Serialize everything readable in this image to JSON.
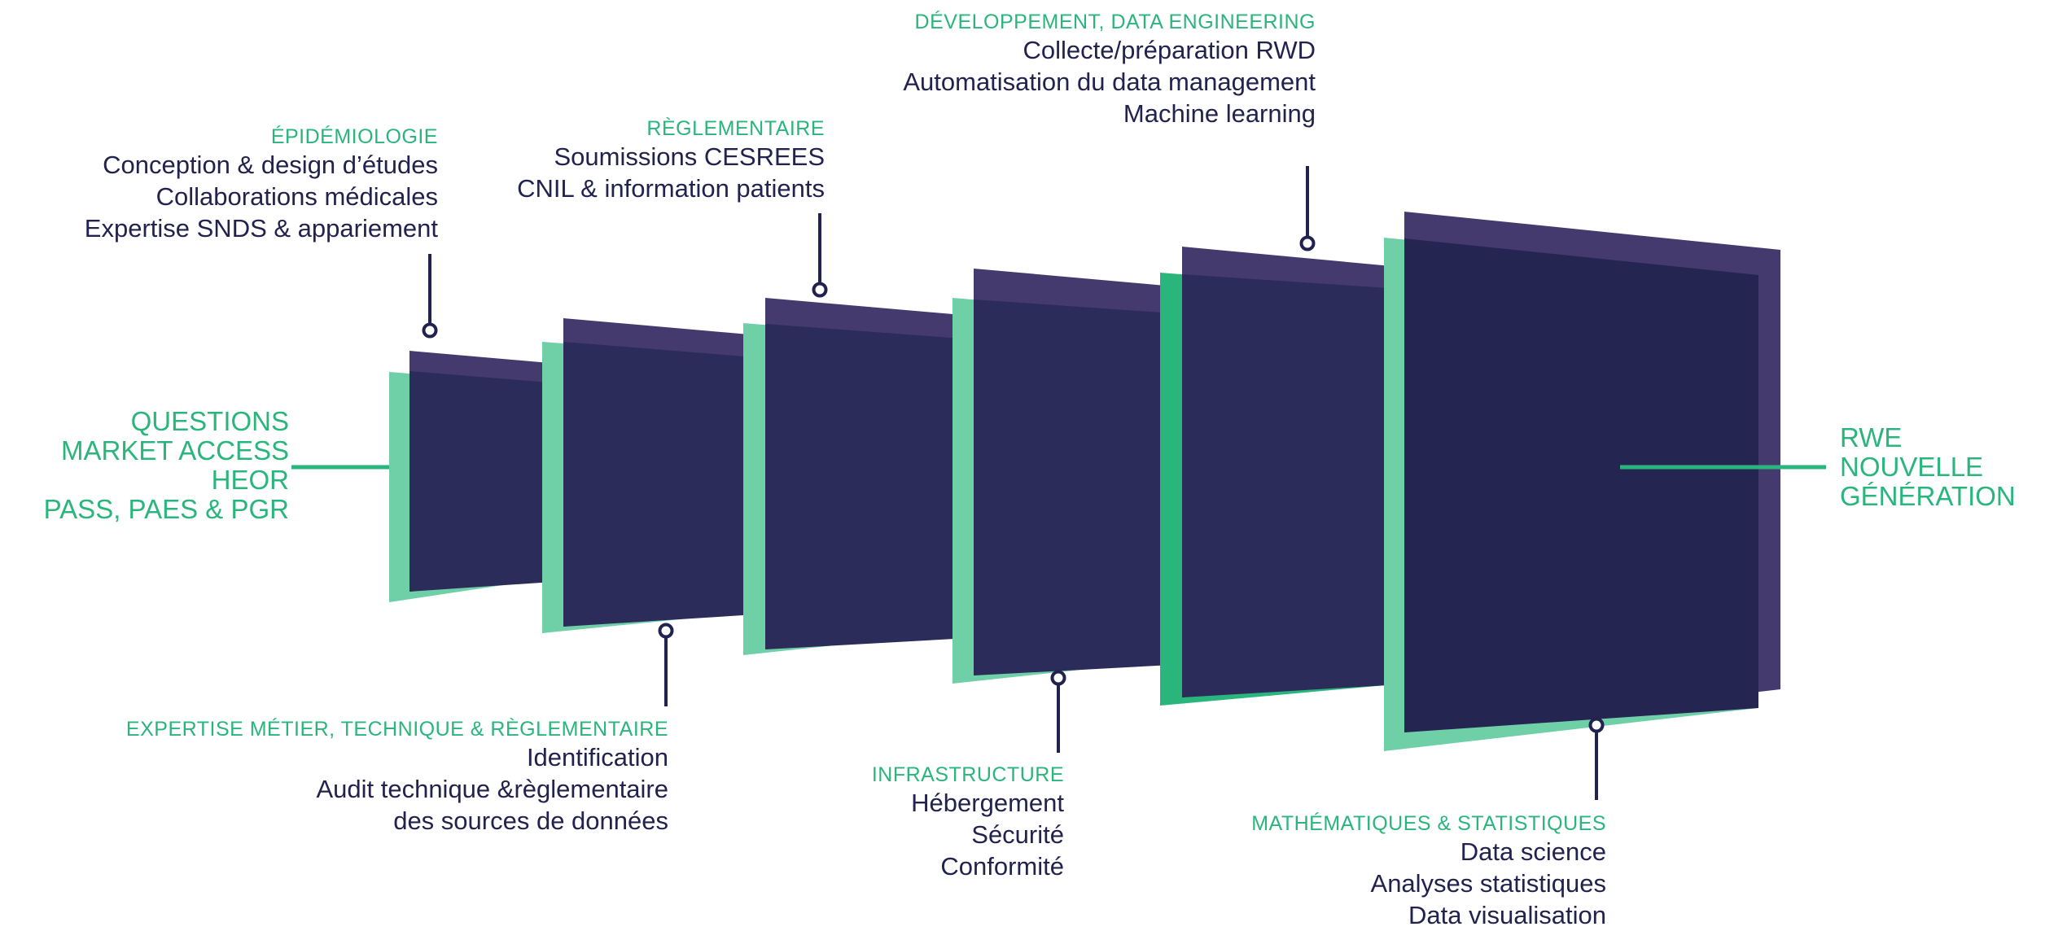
{
  "colors": {
    "green": "#2ab57d",
    "light_green": "#6fd0a8",
    "navy": "#22224e",
    "panel_front": "#2c2c5a",
    "panel_back": "#453a6e"
  },
  "input_label": [
    "QUESTIONS",
    "MARKET ACCESS",
    "HEOR",
    "PASS, PAES & PGR"
  ],
  "output_label": [
    "RWE",
    "NOUVELLE",
    "GÉNÉRATION"
  ],
  "top_labels": [
    {
      "category": "ÉPIDÉMIOLOGIE",
      "items": [
        "Conception & design d’études",
        "Collaborations médicales",
        "Expertise SNDS & appariement"
      ]
    },
    {
      "category": "RÈGLEMENTAIRE",
      "items": [
        "Soumissions CESREES",
        "CNIL & information patients"
      ]
    },
    {
      "category": "DÉVELOPPEMENT, DATA ENGINEERING",
      "items": [
        "Collecte/préparation RWD",
        "Automatisation du data management",
        "Machine learning"
      ]
    }
  ],
  "bottom_labels": [
    {
      "category": "EXPERTISE MÉTIER, TECHNIQUE & RÈGLEMENTAIRE",
      "items": [
        "Identification",
        "Audit technique &règlementaire",
        "des sources de données"
      ]
    },
    {
      "category": "INFRASTRUCTURE",
      "items": [
        "Hébergement",
        "Sécurité",
        "Conformité"
      ]
    },
    {
      "category": "MATHÉMATIQUES & STATISTIQUES",
      "items": [
        "Data science",
        "Analyses statistiques",
        "Data visualisation"
      ]
    }
  ]
}
